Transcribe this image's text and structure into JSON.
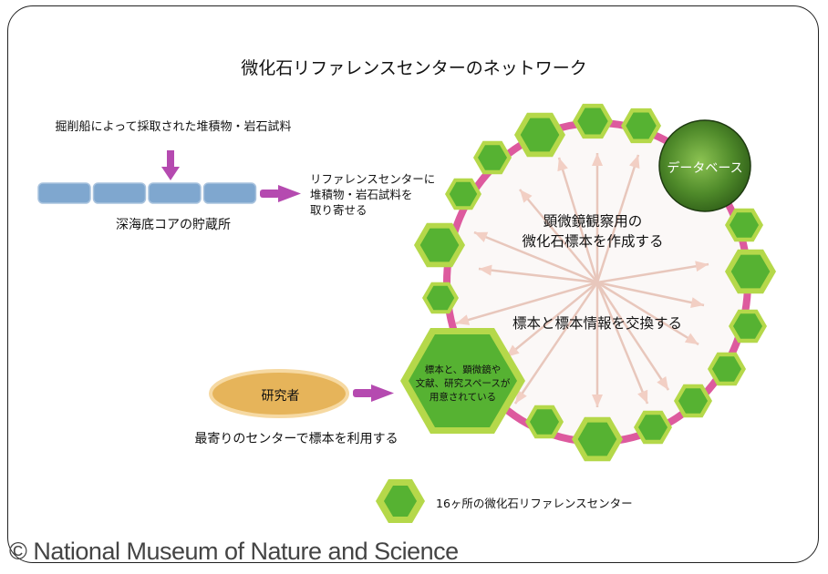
{
  "title": "微化石リファレンスセンターのネットワーク",
  "source": {
    "label": "掘削船によって採取された堆積物・岩石試料",
    "storage_label": "深海底コアの貯蔵所",
    "core_segments": 4
  },
  "transfer_label": "リファレンスセンターに\n堆積物・岩石試料を\n取り寄せる",
  "network": {
    "make_label": "顕微鏡観察用の\n微化石標本を作成する",
    "exchange_label": "標本と標本情報を交換する",
    "database_label": "データベース",
    "big_center_label": "標本と、顕微鏡や\n文献、研究スペースが\n用意されている",
    "center_count": 16
  },
  "researcher": {
    "label": "研究者",
    "action_label": "最寄りのセンターで標本を利用する"
  },
  "legend": {
    "label": "16ヶ所の微化石リファレンスセンター"
  },
  "copyright": "© National Museum of Nature and Science",
  "colors": {
    "hex_outer": "#b5d84a",
    "hex_inner": "#56b232",
    "ring": "#dd5a9e",
    "arrow_magenta": "#b54ab0",
    "spoke": "#f2cfc4",
    "core": "#7fa7cf",
    "researcher_fill": "#e6b45a",
    "researcher_edge": "#f6d9a2",
    "db_fill": "#4f8a2a"
  }
}
